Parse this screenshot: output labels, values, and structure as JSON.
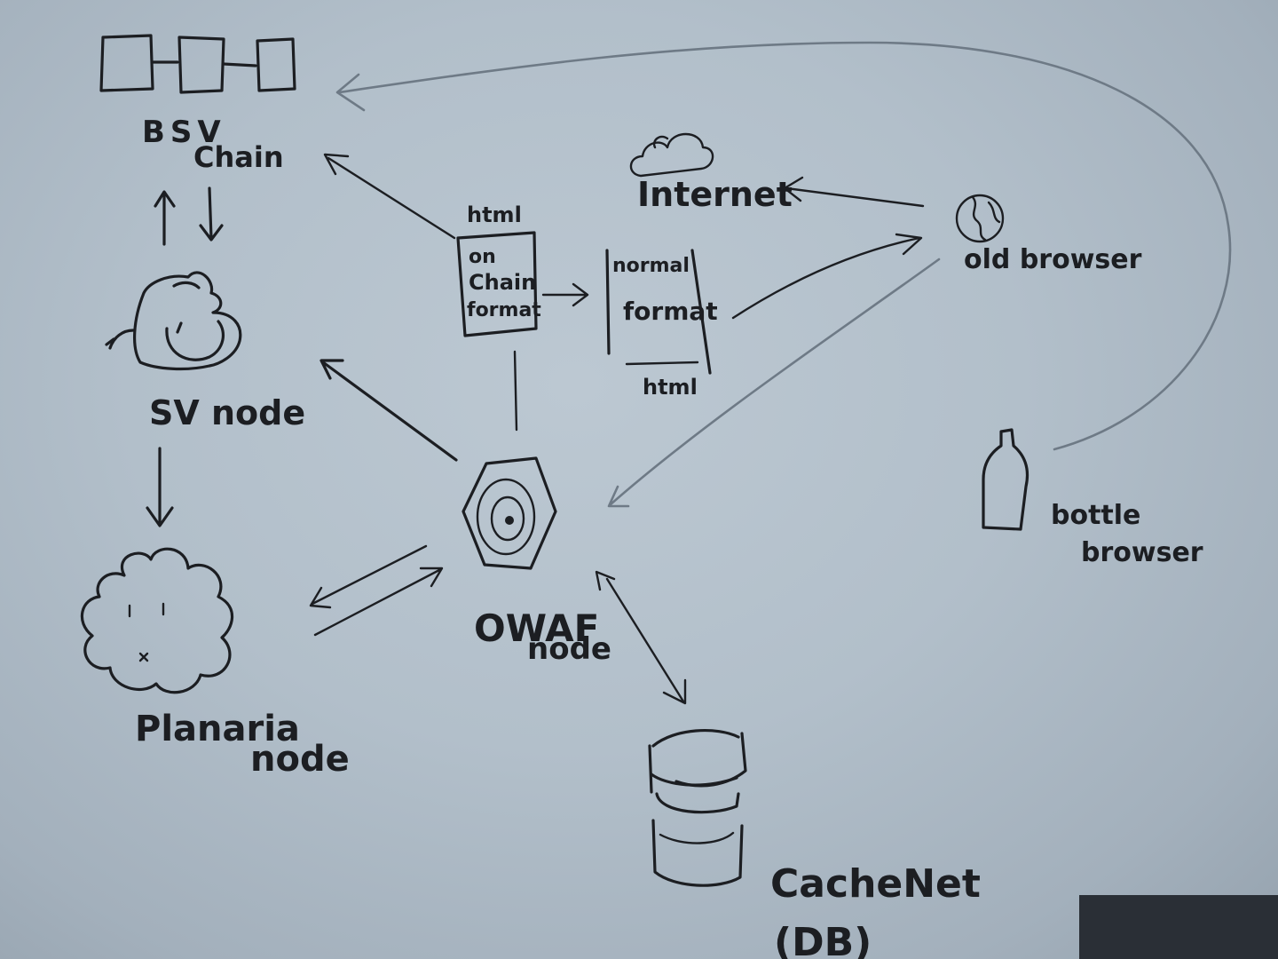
{
  "diagram": {
    "colors": {
      "paper": "#b2bfca",
      "ink": "#1c1e22",
      "pencil": "#6e7a86"
    },
    "nodes": {
      "bsv_chain": {
        "line1": "BSV",
        "line2": "Chain",
        "icon": "blockchain-icon"
      },
      "sv_node": {
        "label": "SV node",
        "icon": "bird-icon"
      },
      "planaria_node": {
        "line1": "Planaria",
        "line2": "node",
        "icon": "planaria-blob-icon"
      },
      "owaf_node": {
        "line1": "OWAF",
        "line2": "node",
        "icon": "hexagon-target-icon"
      },
      "cachenet": {
        "line1": "CacheNet",
        "line2": "(DB)",
        "icon": "database-icon"
      },
      "internet": {
        "label": "Internet",
        "icon": "cloud-icon"
      },
      "old_browser": {
        "label": "old browser",
        "icon": "globe-icon"
      },
      "bottle_browser": {
        "line1": "bottle",
        "line2": "browser",
        "icon": "bottle-icon"
      }
    },
    "documents": {
      "on_chain": {
        "top": "html",
        "line1": "on",
        "line2": "Chain",
        "line3": "format"
      },
      "normal": {
        "line1": "normal",
        "line2": "format",
        "bottom": "html"
      }
    }
  }
}
